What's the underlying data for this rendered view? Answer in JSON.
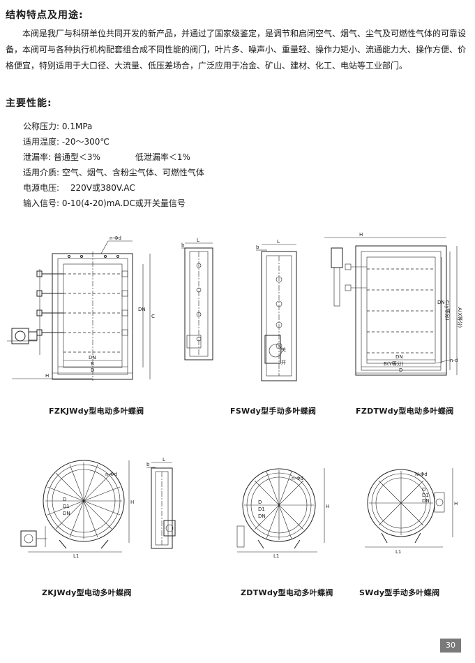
{
  "section1": {
    "heading": "结构特点及用途:"
  },
  "description": "本阀是我厂与科研单位共同开发的新产品，并通过了国家级鉴定，是调节和启闭空气、烟气、尘气及可燃性气体的可靠设备，本阀可与各种执行机构配套组合成不同性能的阀门，叶片多、噪声小、重量轻、操作力矩小、流通能力大、操作方便、价格便宜，特别适用于大口径、大流量、低压差场合，广泛应用于冶金、矿山、建材、化工、电站等工业部门。",
  "section2": {
    "heading": "主要性能:"
  },
  "specs": [
    {
      "label": "公称压力:",
      "value": "0.1MPa"
    },
    {
      "label": "适用温度:",
      "value": "-20～300℃"
    },
    {
      "label": "泄漏率:",
      "value": "普通型＜3%",
      "value2": "低泄漏率＜1%"
    },
    {
      "label": "适用介质:",
      "value": "空气、烟气、含粉尘气体、可燃性气体"
    },
    {
      "label": "电源电压:",
      "value": "220V或380V.AC"
    },
    {
      "label": "输入信号:",
      "value": "0-10(4-20)mA.DC或开关量信号"
    }
  ],
  "figures": {
    "f1": {
      "caption": "FZKJWdy型电动多叶蝶阀",
      "labels": {
        "nd": "n-Φd",
        "dn_v": "DN",
        "c_v": "C",
        "dn_h": "DN",
        "b_h": "B",
        "d_h": "D",
        "h_h": "H"
      }
    },
    "f2": {
      "labels": {
        "l": "L",
        "b": "b"
      }
    },
    "f3": {
      "caption": "FSWdy型手动多叶蝶阀",
      "labels": {
        "l": "L",
        "b": "b",
        "guan": "关",
        "kai": "开"
      }
    },
    "f4": {
      "caption": "FZDTWdy型电动多叶蝶阀",
      "labels": {
        "h": "H",
        "dn_v": "DN",
        "cyfen": "C(y等分)",
        "ax": "A(X等分)",
        "dn_h": "DN",
        "by": "B(Y等分)",
        "d_h": "D",
        "nd": "n-d"
      }
    },
    "f5": {
      "caption": "ZKJWdy型电动多叶蝶阀",
      "labels": {
        "nd": "n-Φd",
        "d": "D",
        "d1": "D1",
        "dn": "DN",
        "h": "H",
        "l1": "L1"
      }
    },
    "f6": {
      "labels": {
        "l": "L",
        "b": "b"
      }
    },
    "f7": {
      "caption": "ZDTWdy型电动多叶蝶阀",
      "labels": {
        "nd": "n-Φd",
        "d": "D",
        "d1": "D1",
        "dn": "DN",
        "h": "H",
        "l1": "L1"
      }
    },
    "f8": {
      "caption": "SWdy型手动多叶蝶阀",
      "labels": {
        "nd": "N-Φd",
        "d": "D",
        "d1": "D1",
        "dn": "DN",
        "h": "H",
        "l1": "L1"
      }
    }
  },
  "page_number": "30"
}
